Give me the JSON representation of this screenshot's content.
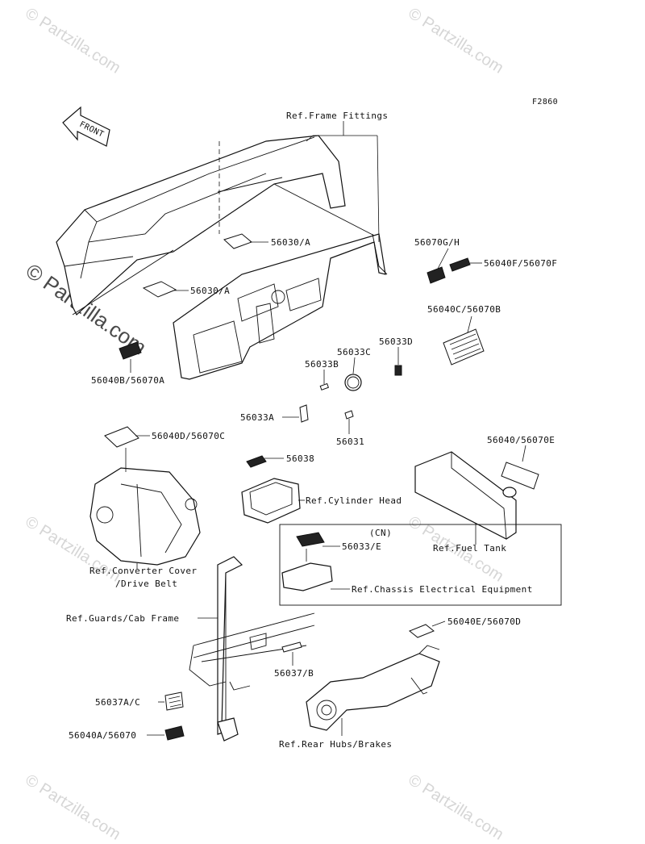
{
  "figure_code": "F2860",
  "front_arrow": "FRONT",
  "watermark": {
    "small": "© Partzilla.com",
    "large": "© Partzilla.com"
  },
  "callouts": {
    "frame_fittings": "Ref.Frame Fittings",
    "p56030a_top": "56030/A",
    "p56030a_left": "56030/A",
    "p56070gh": "56070G/H",
    "p56040f": "56040F/56070F",
    "p56040c": "56040C/56070B",
    "p56033d": "56033D",
    "p56033c": "56033C",
    "p56033b": "56033B",
    "p56040b": "56040B/56070A",
    "p56033a": "56033A",
    "p56031": "56031",
    "p56040d": "56040D/56070C",
    "p56038": "56038",
    "cyl_head": "Ref.Cylinder Head",
    "p56040": "56040/56070E",
    "cn": "(CN)",
    "p56033e": "56033/E",
    "fuel_tank": "Ref.Fuel Tank",
    "conv_cover1": "Ref.Converter Cover",
    "conv_cover2": "/Drive Belt",
    "chassis_elec": "Ref.Chassis Electrical Equipment",
    "guards": "Ref.Guards/Cab Frame",
    "p56040e": "56040E/56070D",
    "p56037b": "56037/B",
    "p56037ac": "56037A/C",
    "p56040a": "56040A/56070",
    "rear_hubs": "Ref.Rear Hubs/Brakes"
  }
}
